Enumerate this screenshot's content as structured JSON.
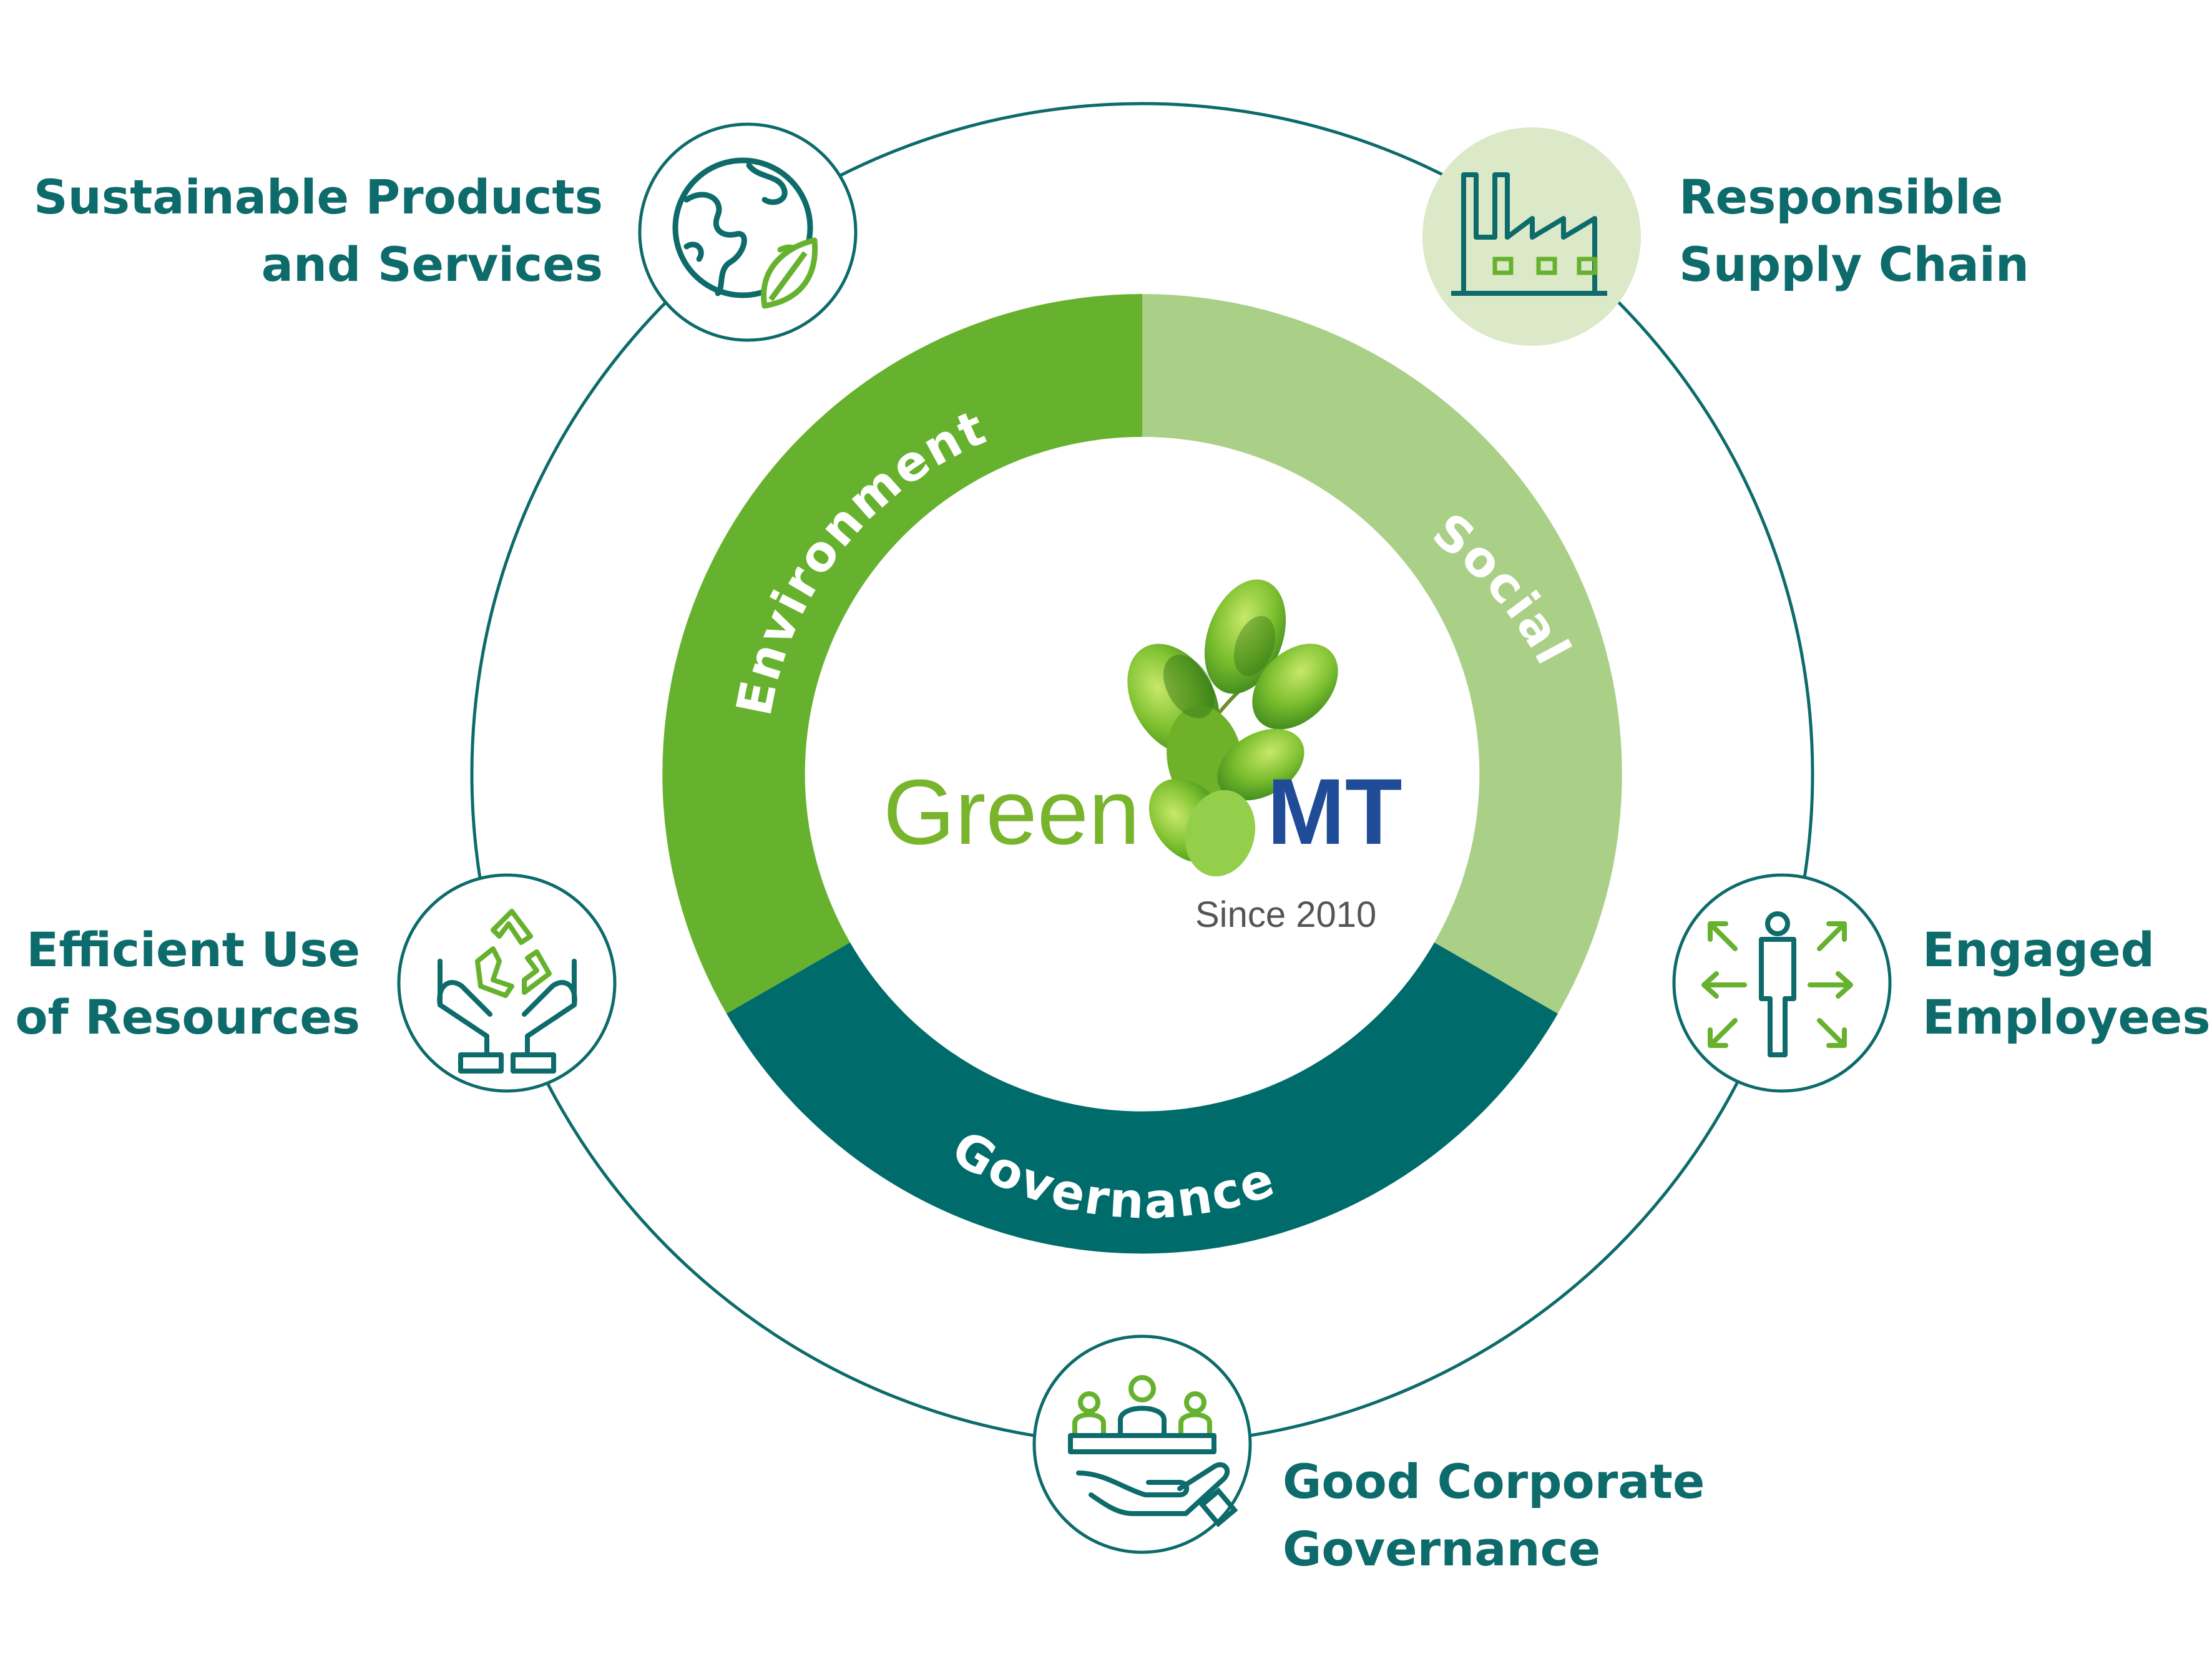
{
  "center": {
    "logo_word": "Green",
    "logo_brand": "MT",
    "since": "Since 2010"
  },
  "ring": {
    "segments": [
      {
        "label": "Environment",
        "color": "#66b22e"
      },
      {
        "label": "Social",
        "color": "#aad087"
      },
      {
        "label": "Governance",
        "color": "#006b6b"
      }
    ]
  },
  "topics": [
    {
      "id": "sustainable",
      "line1": "Sustainable Products",
      "line2": "and Services",
      "icon": "globe-leaf-icon"
    },
    {
      "id": "supply",
      "line1": "Responsible",
      "line2": "Supply Chain",
      "icon": "factory-icon"
    },
    {
      "id": "resources",
      "line1": "Efficient Use",
      "line2": "of Resources",
      "icon": "recycle-hands-icon"
    },
    {
      "id": "employees",
      "line1": "Engaged",
      "line2": "Employees",
      "icon": "person-arrows-icon"
    },
    {
      "id": "governance",
      "line1": "Good Corporate",
      "line2": "Governance",
      "icon": "people-hand-icon"
    }
  ],
  "colors": {
    "teal": "#0d6b6b",
    "green": "#66b22e",
    "light_green": "#aad087",
    "pale_green": "#dbe9c8",
    "brand_blue": "#1f4b97"
  }
}
